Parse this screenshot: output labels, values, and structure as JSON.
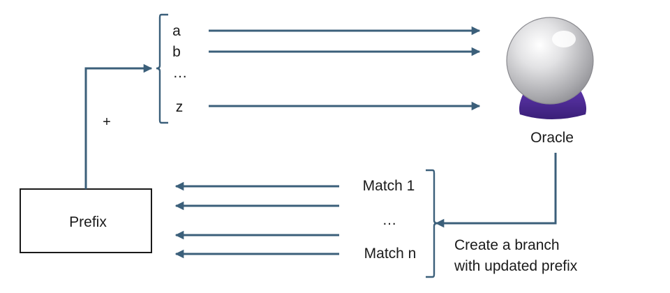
{
  "prefix": {
    "label": "Prefix"
  },
  "connector": {
    "plus": "+"
  },
  "tokens": [
    "a",
    "b",
    "…",
    "z"
  ],
  "oracle": {
    "label": "Oracle",
    "icon": "crystal-ball-icon"
  },
  "matches": [
    "Match 1",
    "…",
    "Match n"
  ],
  "branch_note": {
    "line1": "Create a branch",
    "line2": "with updated prefix"
  },
  "colors": {
    "arrow": "#3b5f7a",
    "box_border": "#1a1a1a",
    "ball_base": "#4a2a8c",
    "ball_glass": "#c9c9cc"
  }
}
